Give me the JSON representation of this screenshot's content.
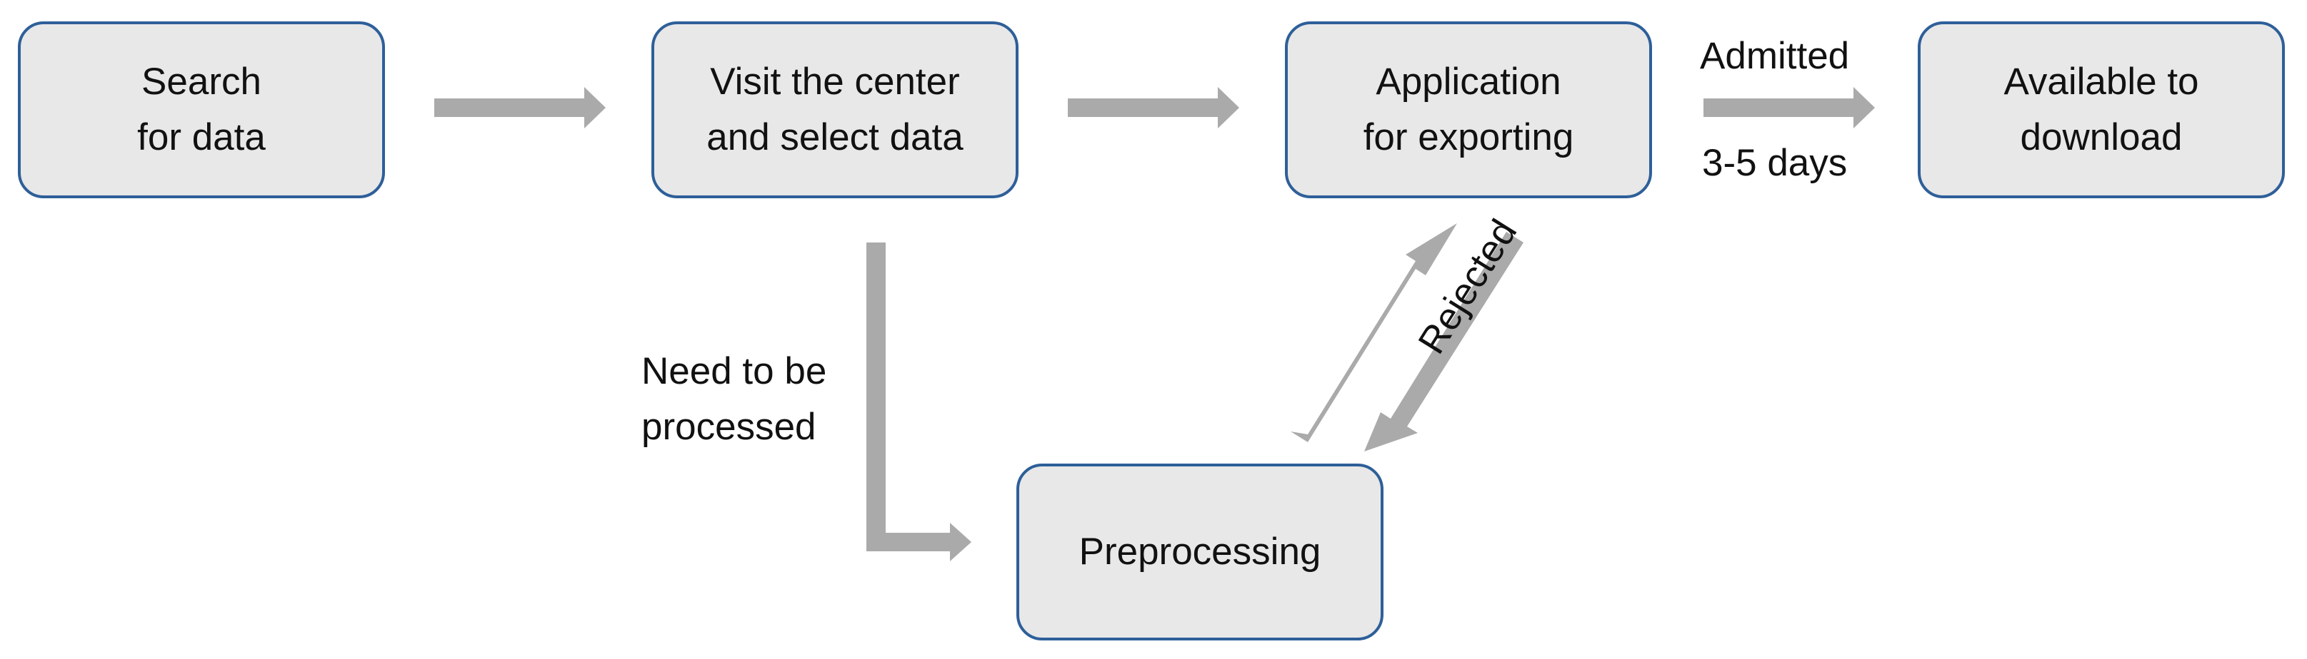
{
  "nodes": {
    "search": {
      "line1": "Search",
      "line2": "for data"
    },
    "visit": {
      "line1": "Visit the center",
      "line2": "and select data"
    },
    "application": {
      "line1": "Application",
      "line2": "for exporting"
    },
    "available": {
      "line1": "Available to",
      "line2": "download"
    },
    "preprocessing": {
      "line1": "Preprocessing"
    }
  },
  "edges": {
    "admitted": "Admitted",
    "duration": "3-5 days",
    "need_line1": "Need to be",
    "need_line2": "processed",
    "rejected": "Rejected"
  },
  "colors": {
    "box_fill": "#e8e8e8",
    "box_border": "#2e5f99",
    "arrow": "#aaaaaa",
    "text": "#111111"
  }
}
